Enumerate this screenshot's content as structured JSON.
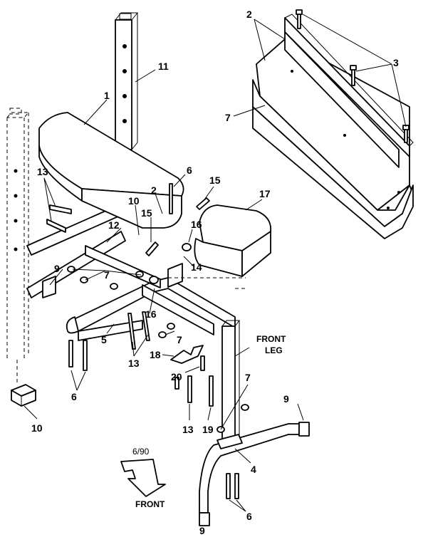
{
  "labels": {
    "l1": "1",
    "l2a": "2",
    "l2b": "2",
    "l3": "3",
    "l4": "4",
    "l5": "5",
    "l6a": "6",
    "l6b": "6",
    "l6c": "6",
    "l7a": "7",
    "l7b": "7",
    "l7c": "7",
    "l7d": "7",
    "l9a": "9",
    "l9b": "9",
    "l9c": "9",
    "l10a": "10",
    "l10b": "10",
    "l11": "11",
    "l12": "12",
    "l13a": "13",
    "l13b": "13",
    "l13c": "13",
    "l14": "14",
    "l15a": "15",
    "l15b": "15",
    "l16a": "16",
    "l16b": "16",
    "l17": "17",
    "l18": "18",
    "l19": "19",
    "l20": "20"
  },
  "front_leg_label": {
    "line1": "FRONT",
    "line2": "LEG"
  },
  "arrow_label": "FRONT",
  "date_mark": "6/90"
}
